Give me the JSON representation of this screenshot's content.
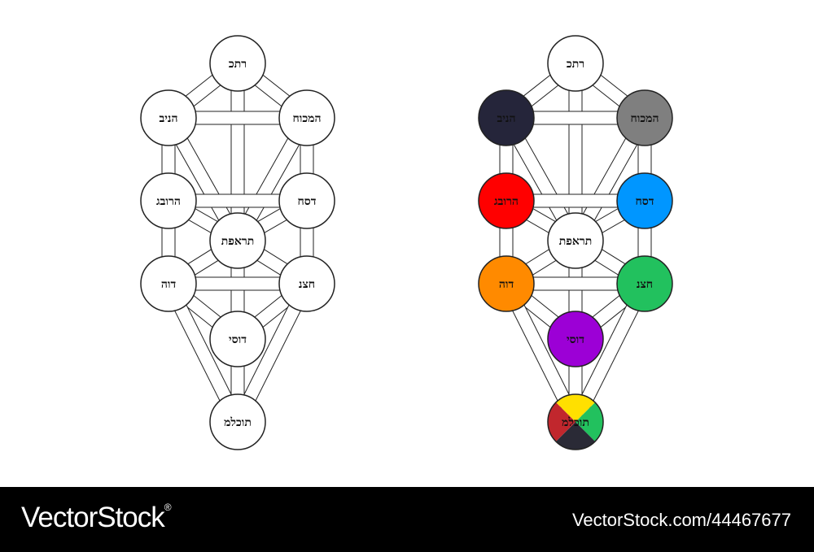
{
  "diagrams": [
    {
      "name": "outline-tree",
      "colored": false,
      "nodes": [
        {
          "id": "keter",
          "label": "רתכ"
        },
        {
          "id": "chokhmah",
          "label": "המכוח"
        },
        {
          "id": "binah",
          "label": "הניב"
        },
        {
          "id": "chesed",
          "label": "דסח"
        },
        {
          "id": "gevurah",
          "label": "הרובג"
        },
        {
          "id": "tiferet",
          "label": "תראפת"
        },
        {
          "id": "netzach",
          "label": "חצנ"
        },
        {
          "id": "hod",
          "label": "דוה"
        },
        {
          "id": "yesod",
          "label": "דוסי"
        },
        {
          "id": "malkhut",
          "label": "תוכלמ"
        }
      ]
    },
    {
      "name": "colored-tree",
      "colored": true,
      "nodes": [
        {
          "id": "keter",
          "label": "רתכ",
          "color": "#ffffff"
        },
        {
          "id": "chokhmah",
          "label": "המכוח",
          "color": "#7f7f7f"
        },
        {
          "id": "binah",
          "label": "הניב",
          "color": "#25253a"
        },
        {
          "id": "chesed",
          "label": "דסח",
          "color": "#0096ff"
        },
        {
          "id": "gevurah",
          "label": "הרובג",
          "color": "#ff0000"
        },
        {
          "id": "tiferet",
          "label": "תראפת",
          "color": "#ffffff"
        },
        {
          "id": "netzach",
          "label": "חצנ",
          "color": "#22c15e"
        },
        {
          "id": "hod",
          "label": "דוה",
          "color": "#ff8a00"
        },
        {
          "id": "yesod",
          "label": "דוסי",
          "color": "#9c00d6"
        },
        {
          "id": "malkhut",
          "label": "תוכלמ",
          "quadrant_colors": {
            "top": "#ffe000",
            "right": "#22c15e",
            "bottom": "#2a2a36",
            "left": "#c1272d"
          }
        }
      ]
    }
  ],
  "paths": [
    [
      "keter",
      "chokhmah"
    ],
    [
      "keter",
      "binah"
    ],
    [
      "keter",
      "tiferet"
    ],
    [
      "chokhmah",
      "binah"
    ],
    [
      "chokhmah",
      "chesed"
    ],
    [
      "chokhmah",
      "tiferet"
    ],
    [
      "binah",
      "gevurah"
    ],
    [
      "binah",
      "tiferet"
    ],
    [
      "chesed",
      "gevurah"
    ],
    [
      "chesed",
      "tiferet"
    ],
    [
      "chesed",
      "netzach"
    ],
    [
      "gevurah",
      "tiferet"
    ],
    [
      "gevurah",
      "hod"
    ],
    [
      "tiferet",
      "netzach"
    ],
    [
      "tiferet",
      "hod"
    ],
    [
      "tiferet",
      "yesod"
    ],
    [
      "netzach",
      "hod"
    ],
    [
      "netzach",
      "yesod"
    ],
    [
      "netzach",
      "malkhut"
    ],
    [
      "hod",
      "yesod"
    ],
    [
      "hod",
      "malkhut"
    ],
    [
      "yesod",
      "malkhut"
    ]
  ],
  "footer": {
    "brand": "VectorStock",
    "brand_mark": "®",
    "image_id": "VectorStock.com/44467677"
  }
}
